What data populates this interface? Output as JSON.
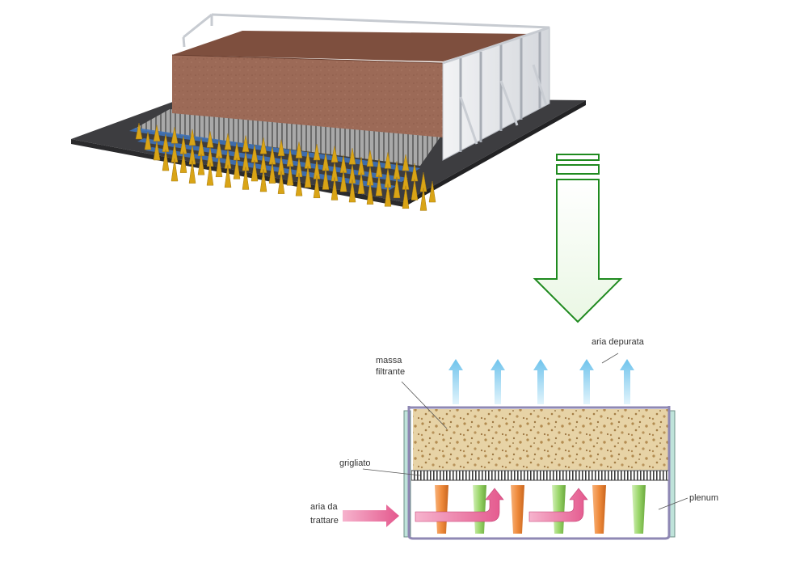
{
  "labels": {
    "massa_line1": "massa",
    "massa_line2": "filtrante",
    "aria_depurata": "aria depurata",
    "grigliato": "grigliato",
    "aria_da_line1": "aria da",
    "aria_da_line2": "trattare",
    "plenum": "plenum"
  },
  "colors": {
    "ground": "#3d3d40",
    "block_front": "#9c6a57",
    "block_top": "#7e4f3e",
    "cones": "#d9a416",
    "channel": "#3f72b7",
    "flow_arrow": "#1f8a1f",
    "media": "#d9c194",
    "frame": "#8f88b4",
    "clean_air": "#8fd0ef",
    "dirty_air": "#e96e9d",
    "cone_orange": "#ef8a3b",
    "cone_green": "#8ccc58"
  }
}
